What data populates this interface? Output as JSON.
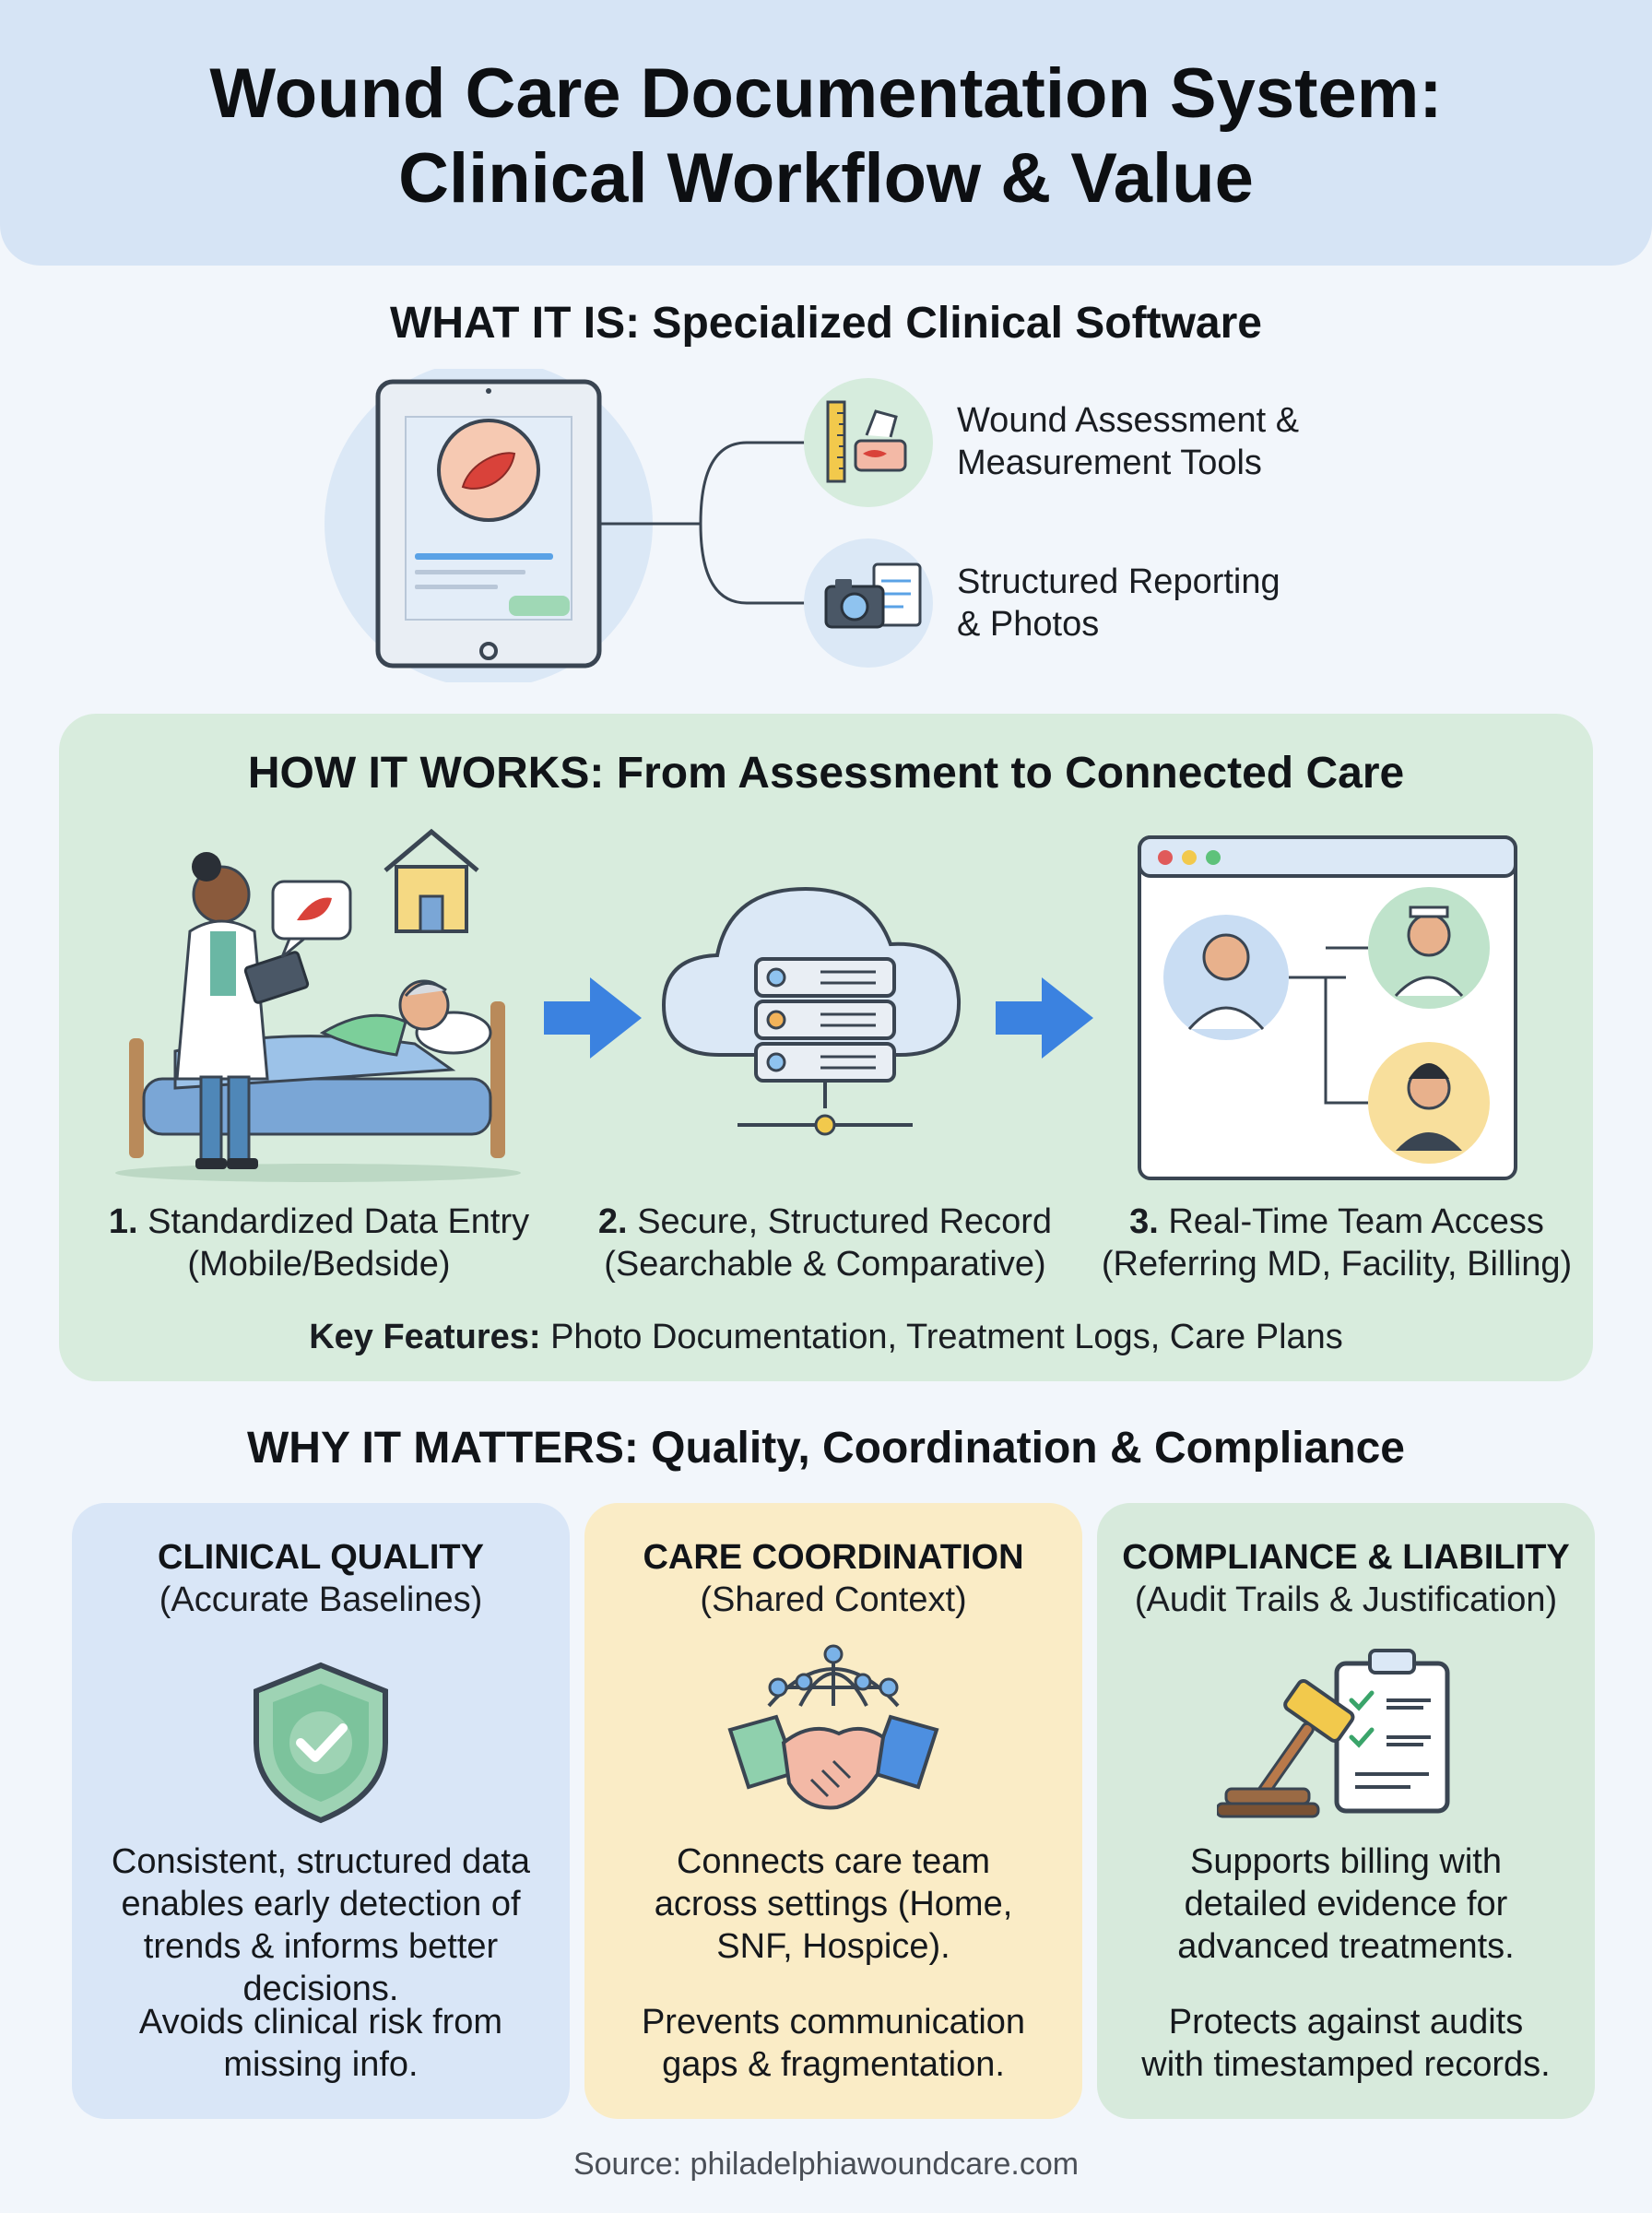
{
  "title_line1": "Wound Care Documentation System:",
  "title_line2": "Clinical Workflow & Value",
  "what": {
    "heading": "WHAT IT IS: Specialized Clinical Software",
    "features": [
      {
        "line1": "Wound Assessment &",
        "line2": "Measurement Tools",
        "icon": "ruler-skin-icon"
      },
      {
        "line1": "Structured Reporting",
        "line2": "& Photos",
        "icon": "camera-document-icon"
      }
    ]
  },
  "how": {
    "heading": "HOW IT WORKS: From Assessment to Connected Care",
    "steps": [
      {
        "num": "1.",
        "line1": "Standardized Data Entry",
        "line2": "(Mobile/Bedside)"
      },
      {
        "num": "2.",
        "line1": "Secure, Structured Record",
        "line2": "(Searchable & Comparative)"
      },
      {
        "num": "3.",
        "line1": "Real-Time Team Access",
        "line2": "(Referring MD, Facility, Billing)"
      }
    ],
    "key_features_label": "Key Features:",
    "key_features_text": " Photo Documentation, Treatment Logs, Care Plans"
  },
  "why": {
    "heading": "WHY IT MATTERS: Quality, Coordination & Compliance",
    "cards": [
      {
        "title": "CLINICAL QUALITY",
        "subtitle": "(Accurate Baselines)",
        "body1": [
          "Consistent, structured data",
          "enables early detection of",
          "trends & informs better",
          "decisions."
        ],
        "body2": [
          "Avoids clinical risk from",
          "missing info."
        ],
        "icon": "shield-check-icon"
      },
      {
        "title": "CARE COORDINATION",
        "subtitle": "(Shared Context)",
        "body1": [
          "Connects care team",
          "across settings (Home,",
          "SNF, Hospice)."
        ],
        "body2": [
          "Prevents communication",
          "gaps & fragmentation."
        ],
        "icon": "handshake-network-icon"
      },
      {
        "title": "COMPLIANCE & LIABILITY",
        "subtitle": "(Audit Trails & Justification)",
        "body1": [
          "Supports billing with",
          "detailed evidence for",
          "advanced treatments."
        ],
        "body2": [
          "Protects against audits",
          "with timestamped records."
        ],
        "icon": "gavel-clipboard-icon"
      }
    ]
  },
  "source": "Source: philadelphiawoundcare.com",
  "colors": {
    "header_bg": "#d6e4f5",
    "how_panel_bg": "#d8ecdd",
    "card_quality_bg": "#d9e6f7",
    "card_coordination_bg": "#faecc6",
    "card_compliance_bg": "#d7eadc",
    "arrow_blue": "#3b82e0"
  }
}
